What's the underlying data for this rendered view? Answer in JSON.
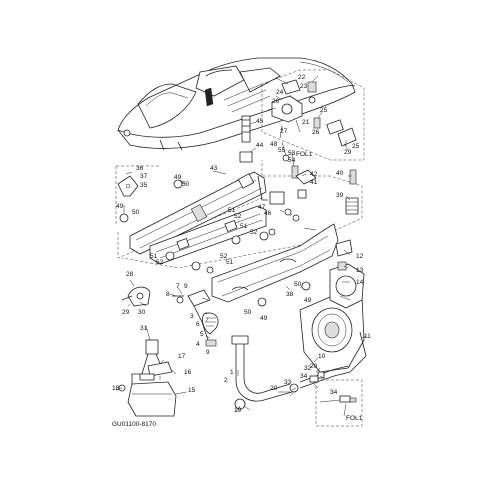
{
  "diagram": {
    "caption": "GU01100-8170",
    "fol_labels": [
      "FOL1",
      "FOL1"
    ],
    "callouts": [
      {
        "id": "c1",
        "text": "1"
      },
      {
        "id": "c2",
        "text": "2"
      },
      {
        "id": "c3",
        "text": "3"
      },
      {
        "id": "c4",
        "text": "4"
      },
      {
        "id": "c5",
        "text": "5"
      },
      {
        "id": "c6",
        "text": "6"
      },
      {
        "id": "c7",
        "text": "7"
      },
      {
        "id": "c8",
        "text": "8"
      },
      {
        "id": "c9a",
        "text": "9"
      },
      {
        "id": "c9b",
        "text": "9"
      },
      {
        "id": "c10",
        "text": "10"
      },
      {
        "id": "c11",
        "text": "11"
      },
      {
        "id": "c12",
        "text": "12"
      },
      {
        "id": "c13",
        "text": "13"
      },
      {
        "id": "c14",
        "text": "14"
      },
      {
        "id": "c15",
        "text": "15"
      },
      {
        "id": "c16",
        "text": "16"
      },
      {
        "id": "c17",
        "text": "17"
      },
      {
        "id": "c18",
        "text": "18"
      },
      {
        "id": "c19",
        "text": "19"
      },
      {
        "id": "c20a",
        "text": "20"
      },
      {
        "id": "c20b",
        "text": "20"
      },
      {
        "id": "c21",
        "text": "21"
      },
      {
        "id": "c22",
        "text": "22"
      },
      {
        "id": "c23",
        "text": "23"
      },
      {
        "id": "c24",
        "text": "24"
      },
      {
        "id": "c25a",
        "text": "25"
      },
      {
        "id": "c25b",
        "text": "25"
      },
      {
        "id": "c26a",
        "text": "26"
      },
      {
        "id": "c26b",
        "text": "26"
      },
      {
        "id": "c27",
        "text": "27"
      },
      {
        "id": "c28",
        "text": "28"
      },
      {
        "id": "c29a",
        "text": "29"
      },
      {
        "id": "c29b",
        "text": "29"
      },
      {
        "id": "c30",
        "text": "30"
      },
      {
        "id": "c31",
        "text": "31"
      },
      {
        "id": "c32",
        "text": "32"
      },
      {
        "id": "c33",
        "text": "33"
      },
      {
        "id": "c34a",
        "text": "34"
      },
      {
        "id": "c34b",
        "text": "34"
      },
      {
        "id": "c35",
        "text": "35"
      },
      {
        "id": "c36",
        "text": "36"
      },
      {
        "id": "c37",
        "text": "37"
      },
      {
        "id": "c38",
        "text": "38"
      },
      {
        "id": "c39",
        "text": "39"
      },
      {
        "id": "c40",
        "text": "40"
      },
      {
        "id": "c41",
        "text": "41"
      },
      {
        "id": "c42",
        "text": "42"
      },
      {
        "id": "c43",
        "text": "43"
      },
      {
        "id": "c44",
        "text": "44"
      },
      {
        "id": "c45",
        "text": "45"
      },
      {
        "id": "c46",
        "text": "46"
      },
      {
        "id": "c47",
        "text": "47"
      },
      {
        "id": "c48",
        "text": "48"
      },
      {
        "id": "c49a",
        "text": "49"
      },
      {
        "id": "c49b",
        "text": "49"
      },
      {
        "id": "c49c",
        "text": "49"
      },
      {
        "id": "c50a",
        "text": "50"
      },
      {
        "id": "c50b",
        "text": "50"
      },
      {
        "id": "c50c",
        "text": "50"
      },
      {
        "id": "c50d",
        "text": "50"
      },
      {
        "id": "c51a",
        "text": "51"
      },
      {
        "id": "c51b",
        "text": "51"
      },
      {
        "id": "c51c",
        "text": "51"
      },
      {
        "id": "c51d",
        "text": "51"
      },
      {
        "id": "c52a",
        "text": "52"
      },
      {
        "id": "c52b",
        "text": "52"
      },
      {
        "id": "c52c",
        "text": "52"
      },
      {
        "id": "c53",
        "text": "53"
      },
      {
        "id": "c54",
        "text": "54"
      },
      {
        "id": "c55",
        "text": "55"
      }
    ]
  }
}
